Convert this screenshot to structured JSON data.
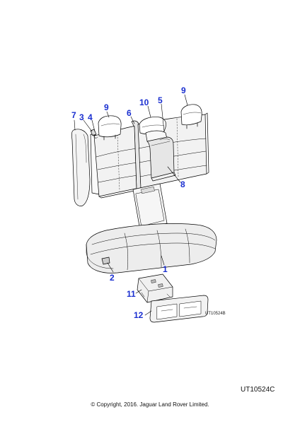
{
  "callouts": {
    "c1": "1",
    "c2": "2",
    "c3": "3",
    "c4": "4",
    "c5": "5",
    "c6": "6",
    "c7": "7",
    "c8": "8",
    "c9a": "9",
    "c9b": "9",
    "c10": "10",
    "c11": "11",
    "c12": "12"
  },
  "image_ref": "UT10524B",
  "diagram_code": "UT10524C",
  "copyright": "© Copyright, 2016. Jaguar Land Rover Limited.",
  "colors": {
    "callout": "#1a2fd0",
    "line": "#000000"
  }
}
